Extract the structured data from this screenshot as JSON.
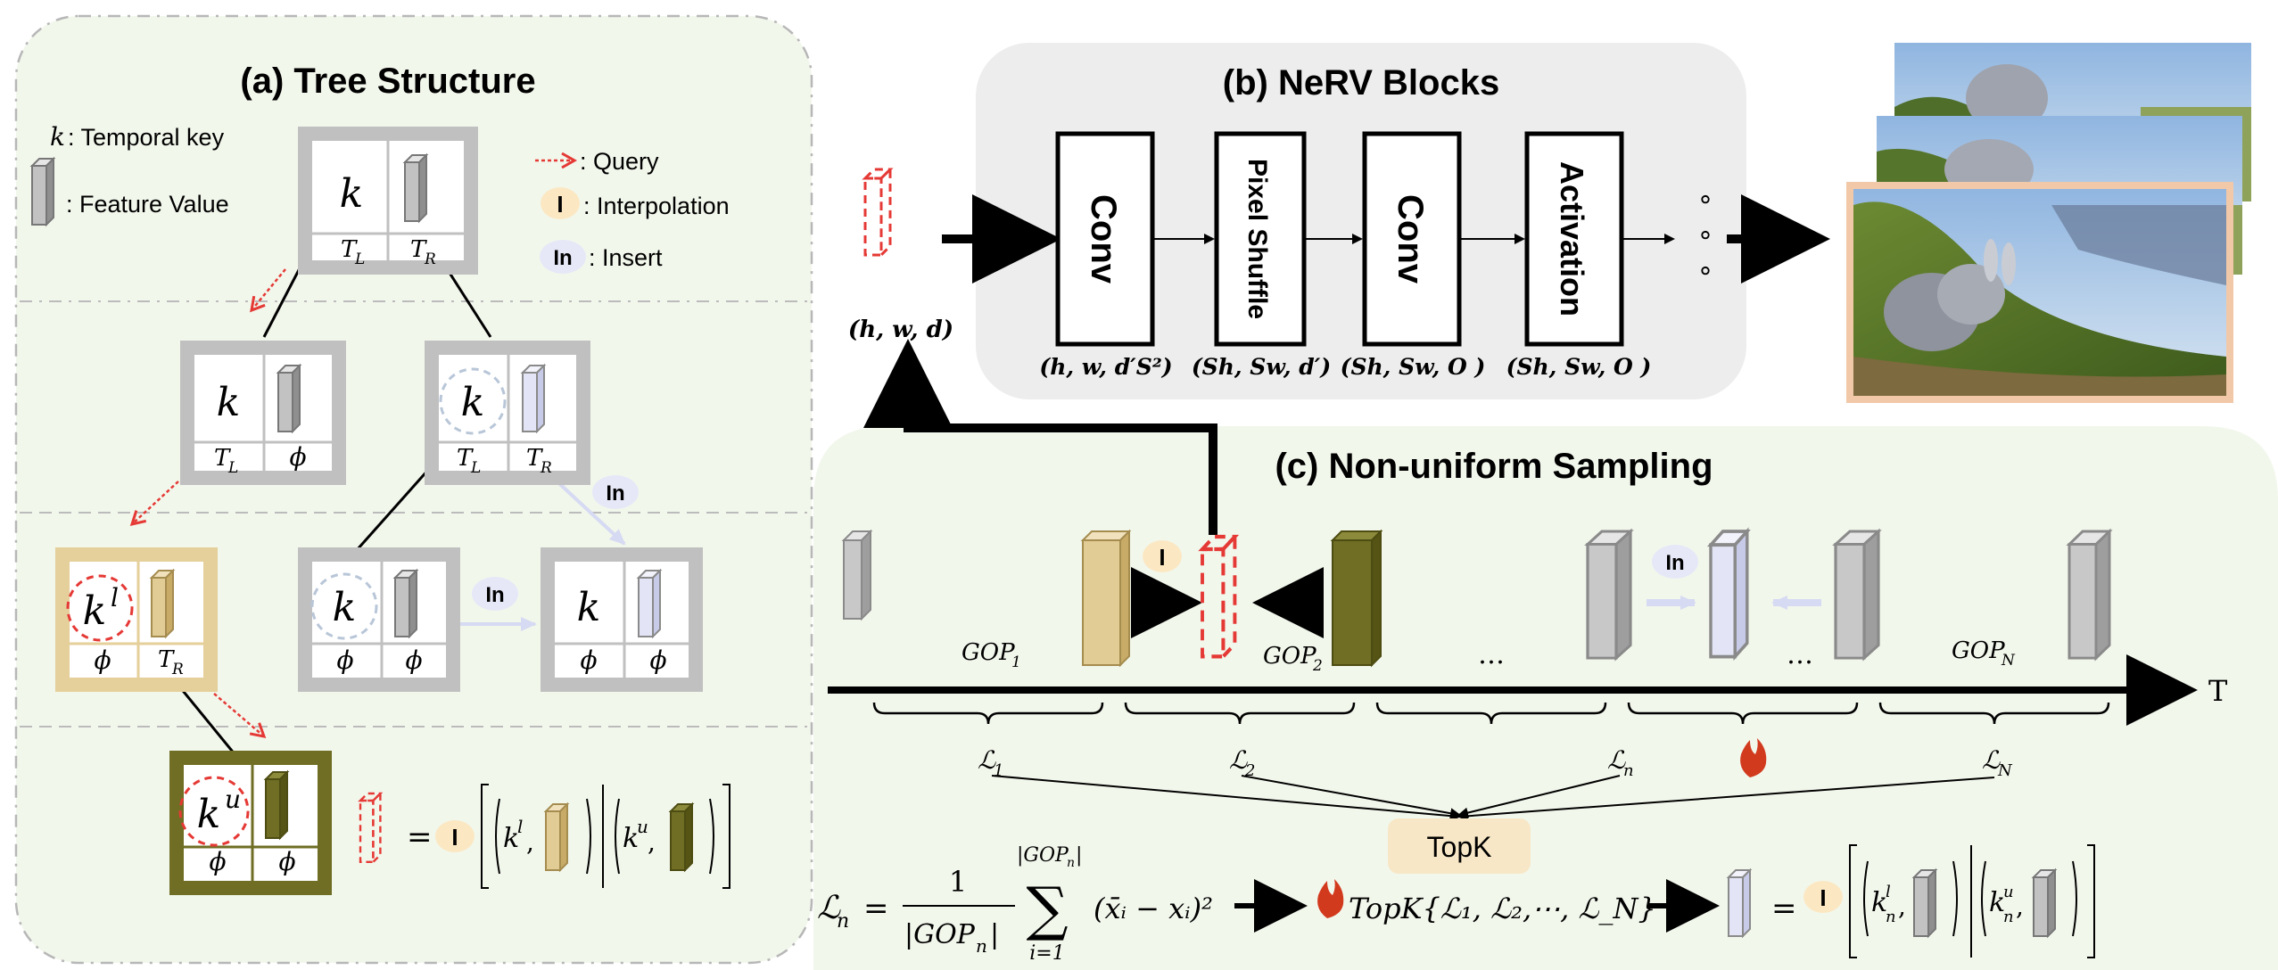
{
  "panel_a": {
    "title": "(a) Tree Structure",
    "legend": {
      "temporal_key_symbol": "k",
      "temporal_key_label": ": Temporal key",
      "feature_value_label": ": Feature Value",
      "query_label": ": Query",
      "interpolation_badge": "I",
      "interpolation_label": ": Interpolation",
      "insert_badge": "In",
      "insert_label": ": Insert"
    },
    "nodes": {
      "root": {
        "key": "k",
        "left": "T",
        "left_sub": "L",
        "right": "T",
        "right_sub": "R"
      },
      "l1_left": {
        "key": "k",
        "left": "T",
        "left_sub": "L",
        "right": "ϕ"
      },
      "l1_right": {
        "key": "k",
        "left": "T",
        "left_sub": "L",
        "right": "T",
        "right_sub": "R"
      },
      "l2_left": {
        "key": "k",
        "key_sup": "l",
        "left": "ϕ",
        "right": "T",
        "right_sub": "R"
      },
      "l2_mid": {
        "key": "k",
        "left": "ϕ",
        "right": "ϕ"
      },
      "l2_right": {
        "key": "k",
        "left": "ϕ",
        "right": "ϕ"
      },
      "l3": {
        "key": "k",
        "key_sup": "u",
        "left": "ϕ",
        "right": "ϕ"
      }
    },
    "insert_badges": [
      "In",
      "In"
    ],
    "equation": {
      "equals": "=",
      "badge": "I",
      "k_l": "k",
      "k_l_sup": "l",
      "k_u": "k",
      "k_u_sup": "u",
      "comma": ","
    }
  },
  "panel_b": {
    "title": "(b) NeRV Blocks",
    "input_dims": "(h, w, d)",
    "blocks": [
      {
        "label": "Conv",
        "dims": "(h, w, d′S²)"
      },
      {
        "label": "Pixel Shuffle",
        "dims": "(Sh, Sw, d′)"
      },
      {
        "label": "Conv",
        "dims": "(Sh, Sw, O )"
      },
      {
        "label": "Activation",
        "dims": "(Sh, Sw, O )"
      }
    ],
    "dots": [
      "∘",
      "∘",
      "∘"
    ]
  },
  "panel_c": {
    "title": "(c) Non-uniform Sampling",
    "interp_badge": "I",
    "insert_badge": "In",
    "gop_labels": [
      {
        "base": "GOP",
        "sub": "1"
      },
      {
        "base": "GOP",
        "sub": "2"
      },
      {
        "base": "GOP",
        "sub": "N"
      }
    ],
    "ellipses": [
      "…",
      "…"
    ],
    "axis_label": "T",
    "loss_labels": [
      {
        "base": "ℒ",
        "sub": "1"
      },
      {
        "base": "ℒ",
        "sub": "2"
      },
      {
        "base": "ℒ",
        "sub": "n"
      },
      {
        "base": "ℒ",
        "sub": "N"
      }
    ],
    "topk_box": "TopK",
    "formula": {
      "lhs": "ℒ",
      "lhs_sub": "n",
      "equals": "=",
      "numerator": "1",
      "denominator": "|GOP",
      "denominator_sub": "n",
      "denominator_close": "|",
      "sum_top": "|GOP",
      "sum_top_sub": "n",
      "sum_top_close": "|",
      "sum_symbol": "∑",
      "sum_bottom": "i=1",
      "term": "(x̄ᵢ − xᵢ)²",
      "topk_expr": "TopK{ℒ₁, ℒ₂,⋯, ℒ_N}",
      "equals2": "=",
      "badge": "I",
      "kl": "k",
      "kl_sup": "l",
      "kl_sub": "n",
      "ku": "k",
      "ku_sup": "u",
      "ku_sub": "n",
      "comma": ","
    }
  },
  "colors": {
    "panel_green_bg": "#f2f7ec",
    "panel_gray_bg": "#ededed",
    "node_gray": "#c0c0c0",
    "node_tan": "#e5cf9a",
    "node_olive": "#6f6e24",
    "query_red": "#e53935",
    "badge_fill": "#fbe8c3",
    "insert_fill": "#e6e8f7",
    "topk_fill": "#f7e7c6",
    "frame_border": "#f2c9a8"
  }
}
